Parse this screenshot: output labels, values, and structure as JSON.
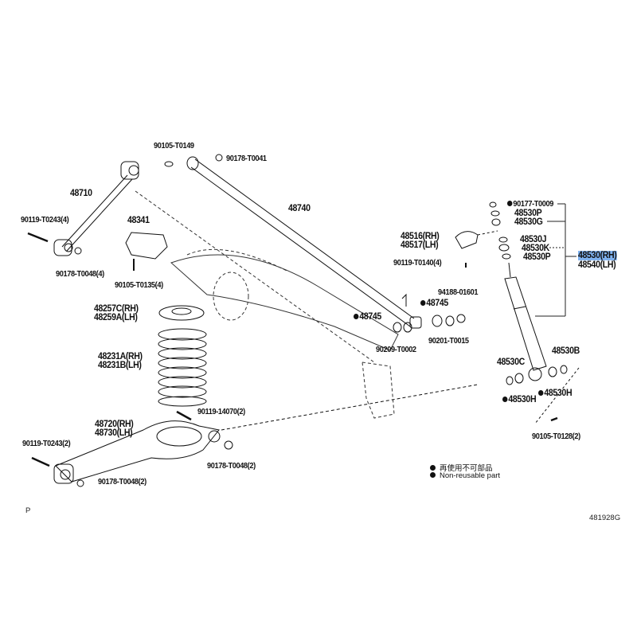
{
  "parts": {
    "p90105_T0149": "90105-T0149",
    "p90178_T0041": "90178-T0041",
    "p48710": "48710",
    "p48740": "48740",
    "p90119_T0243_4": "90119-T0243(4)",
    "p48341": "48341",
    "p90178_T0048_4": "90178-T0048(4)",
    "p90105_T0135_4": "90105-T0135(4)",
    "p48257C": "48257C(RH)",
    "p48259A": "48259A(LH)",
    "p48231A": "48231A(RH)",
    "p48231B": "48231B(LH)",
    "p90119_14070": "90119-14070(2)",
    "p48720": "48720(RH)",
    "p48730": "48730(LH)",
    "p90119_T0243_2": "90119-T0243(2)",
    "p90178_T0048_2a": "90178-T0048(2)",
    "p90178_T0048_2b": "90178-T0048(2)",
    "p90177_T0009": "90177-T0009",
    "p48530P_a": "48530P",
    "p48530G": "48530G",
    "p48516": "48516(RH)",
    "p48517": "48517(LH)",
    "p48530J": "48530J",
    "p48530K": "48530K",
    "p48530": "48530(RH)",
    "p48540": "48540(LH)",
    "p48530P_b": "48530P",
    "p90119_T0140": "90119-T0140(4)",
    "p94188_01601": "94188-01601",
    "p48745_a": "48745",
    "p48745_b": "48745",
    "p90209_T0002": "90209-T0002",
    "p90201_T0015": "90201-T0015",
    "p48530B": "48530B",
    "p48530C": "48530C",
    "p48530H_a": "48530H",
    "p48530H_b": "48530H",
    "p90105_T0128": "90105-T0128(2)"
  },
  "legend": {
    "jp": "再使用不可部品",
    "en": "Non-reusable part"
  },
  "footer": {
    "corner_mark": "P",
    "diagram_id": "481928G"
  },
  "colors": {
    "highlight": "#7fb2f0",
    "ink": "#111111"
  }
}
